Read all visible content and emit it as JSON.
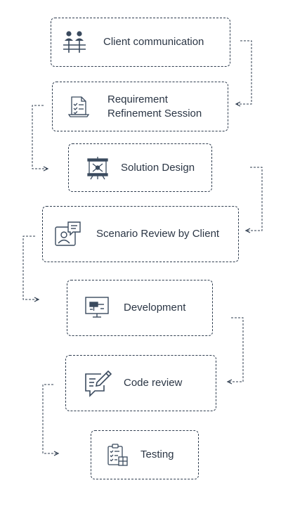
{
  "colors": {
    "ink": "#2b3645",
    "icon": "#3a4a5e",
    "border": "#2f3d4f"
  },
  "steps": [
    {
      "lines": [
        "Client communication"
      ],
      "icon": "people-network-icon"
    },
    {
      "lines": [
        "Requirement",
        "Refinement Session"
      ],
      "icon": "checklist-document-icon"
    },
    {
      "lines": [
        "Solution Design"
      ],
      "icon": "presentation-board-icon"
    },
    {
      "lines": [
        "Scenario Review by Client"
      ],
      "icon": "video-chat-icon"
    },
    {
      "lines": [
        "Development"
      ],
      "icon": "monitor-code-icon"
    },
    {
      "lines": [
        "Code review"
      ],
      "icon": "message-pen-icon"
    },
    {
      "lines": [
        "Testing"
      ],
      "icon": "clipboard-checklist-icon"
    }
  ]
}
